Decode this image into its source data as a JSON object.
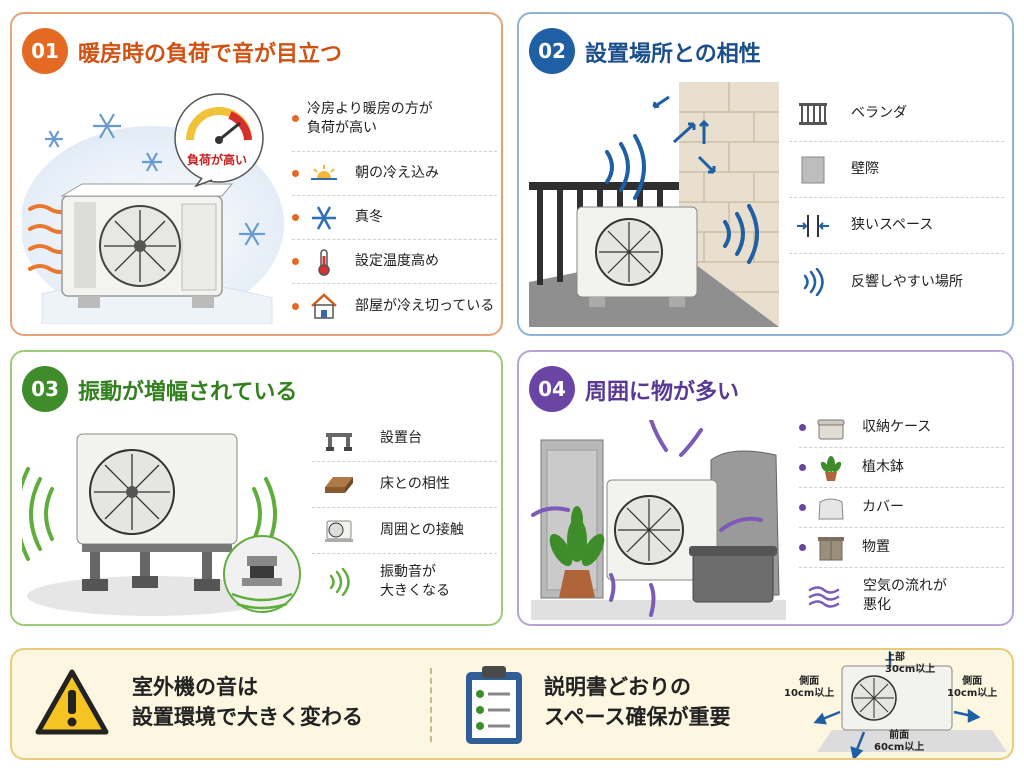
{
  "panel1": {
    "number": "01",
    "title": "暖房時の負荷で音が目立つ",
    "gauge_label": "負荷が高い",
    "items": [
      {
        "icon": "bullet-dot",
        "label": "冷房より暖房の方が\n負荷が高い"
      },
      {
        "icon": "sunrise-icon",
        "label": "朝の冷え込み"
      },
      {
        "icon": "snowflake-icon",
        "label": "真冬"
      },
      {
        "icon": "thermometer-icon",
        "label": "設定温度高め"
      },
      {
        "icon": "cold-house-icon",
        "label": "部屋が冷え切っている"
      }
    ]
  },
  "panel2": {
    "number": "02",
    "title": "設置場所との相性",
    "items": [
      {
        "icon": "balcony-icon",
        "label": "ベランダ"
      },
      {
        "icon": "wall-icon",
        "label": "壁際"
      },
      {
        "icon": "narrow-space-icon",
        "label": "狭いスペース"
      },
      {
        "icon": "sound-wave-icon",
        "label": "反響しやすい場所"
      }
    ]
  },
  "panel3": {
    "number": "03",
    "title": "振動が増幅されている",
    "items": [
      {
        "icon": "stand-icon",
        "label": "設置台"
      },
      {
        "icon": "floor-board-icon",
        "label": "床との相性"
      },
      {
        "icon": "unit-contact-icon",
        "label": "周囲との接触"
      },
      {
        "icon": "vibration-icon",
        "label": "振動音が\n大きくなる"
      }
    ]
  },
  "panel4": {
    "number": "04",
    "title": "周囲に物が多い",
    "items": [
      {
        "icon": "storage-box-icon",
        "label": "収納ケース"
      },
      {
        "icon": "potted-plant-icon",
        "label": "植木鉢"
      },
      {
        "icon": "cover-icon",
        "label": "カバー"
      },
      {
        "icon": "shed-icon",
        "label": "物置"
      },
      {
        "icon": "airflow-icon",
        "label": "空気の流れが\n悪化"
      }
    ]
  },
  "summary": {
    "left_text": "室外機の音は\n設置環境で大きく変わる",
    "right_text": "説明書どおりの\nスペース確保が重要",
    "clearance": {
      "top": "上部\n30cm以上",
      "left": "側面\n10cm以上",
      "right": "側面\n10cm以上",
      "front": "前面\n60cm以上"
    }
  },
  "colors": {
    "panel1_accent": "#e46a24",
    "panel2_accent": "#1f5fa3",
    "panel3_accent": "#3f8d2a",
    "panel4_accent": "#6a45a3",
    "summary_bg": "#fdf7e2"
  }
}
